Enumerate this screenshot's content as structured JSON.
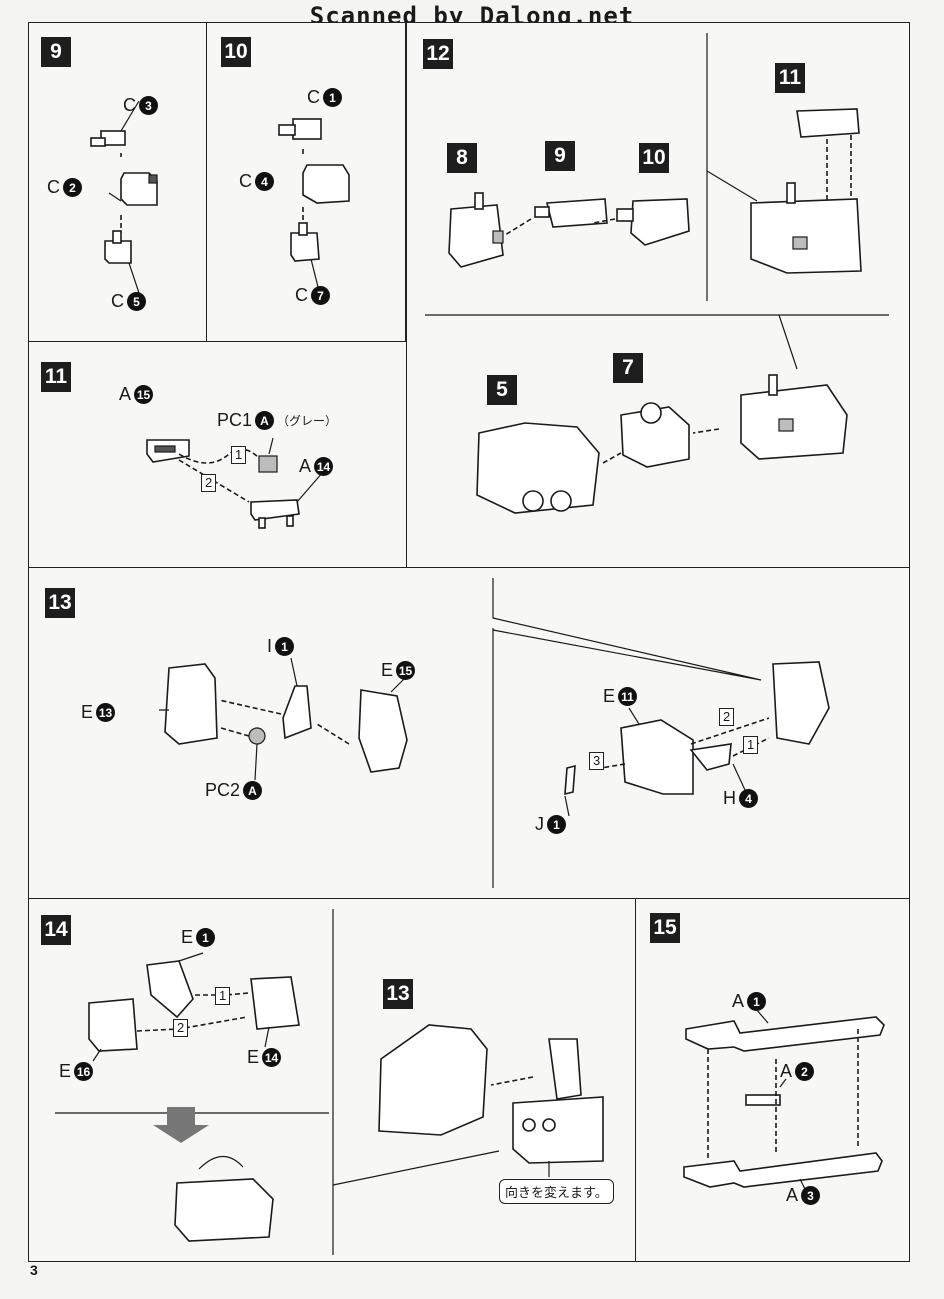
{
  "watermark": "Scanned by Dalong.net",
  "page_number": "3",
  "steps": {
    "s9": {
      "num": "9",
      "labels": [
        {
          "runner": "C",
          "part": "3"
        },
        {
          "runner": "C",
          "part": "2"
        },
        {
          "runner": "C",
          "part": "5"
        }
      ]
    },
    "s10": {
      "num": "10",
      "labels": [
        {
          "runner": "C",
          "part": "1"
        },
        {
          "runner": "C",
          "part": "4"
        },
        {
          "runner": "C",
          "part": "7"
        }
      ]
    },
    "s11": {
      "num": "11",
      "labels": [
        {
          "runner": "A",
          "part": "15"
        },
        {
          "runner": "PC1",
          "part": "A",
          "note": "（グレー）"
        },
        {
          "runner": "A",
          "part": "14"
        }
      ],
      "order": [
        "1",
        "2"
      ]
    },
    "s12": {
      "num": "12",
      "refs": [
        "8",
        "9",
        "10",
        "11",
        "5",
        "7"
      ]
    },
    "s13": {
      "num": "13",
      "labels": [
        {
          "runner": "I",
          "part": "1"
        },
        {
          "runner": "E",
          "part": "15"
        },
        {
          "runner": "E",
          "part": "13"
        },
        {
          "runner": "PC2",
          "part": "A"
        },
        {
          "runner": "E",
          "part": "11"
        },
        {
          "runner": "H",
          "part": "4"
        },
        {
          "runner": "J",
          "part": "1"
        }
      ],
      "order": [
        "1",
        "2",
        "3"
      ]
    },
    "s14": {
      "num": "14",
      "labels": [
        {
          "runner": "E",
          "part": "1"
        },
        {
          "runner": "E",
          "part": "16"
        },
        {
          "runner": "E",
          "part": "14"
        }
      ],
      "order": [
        "1",
        "2"
      ],
      "ref": "13",
      "note": "向きを変えます。"
    },
    "s15": {
      "num": "15",
      "labels": [
        {
          "runner": "A",
          "part": "1"
        },
        {
          "runner": "A",
          "part": "2"
        },
        {
          "runner": "A",
          "part": "3"
        }
      ]
    }
  }
}
